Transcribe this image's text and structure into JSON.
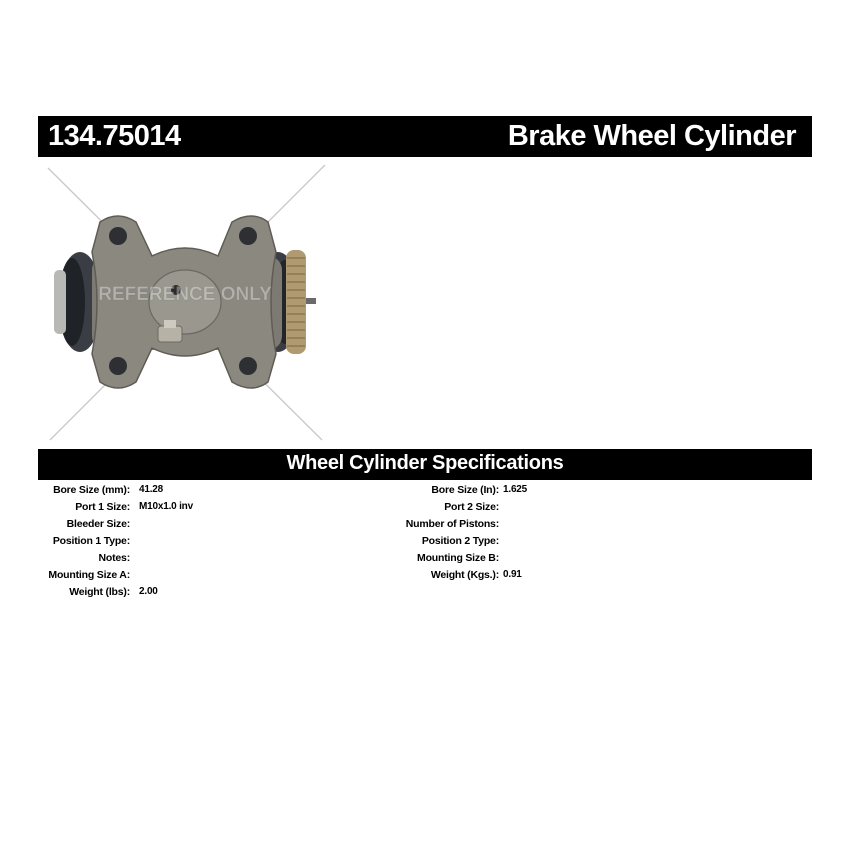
{
  "header": {
    "part_number": "134.75014",
    "part_name": "Brake Wheel Cylinder"
  },
  "image": {
    "description_icon": "wheel-cylinder-icon",
    "watermark": "REFERENCE ONLY"
  },
  "specs": {
    "title": "Wheel Cylinder Specifications",
    "left": [
      {
        "label": "Bore Size (mm):",
        "value": "41.28"
      },
      {
        "label": "Port 1 Size:",
        "value": "M10x1.0 inv"
      },
      {
        "label": "Bleeder Size:",
        "value": ""
      },
      {
        "label": "Position 1 Type:",
        "value": ""
      },
      {
        "label": "Notes:",
        "value": ""
      },
      {
        "label": "Mounting Size A:",
        "value": ""
      },
      {
        "label": "Weight (lbs):",
        "value": "2.00"
      }
    ],
    "right": [
      {
        "label": "Bore Size (In):",
        "value": "1.625"
      },
      {
        "label": "Port 2 Size:",
        "value": ""
      },
      {
        "label": "Number of Pistons:",
        "value": ""
      },
      {
        "label": "Position 2 Type:",
        "value": ""
      },
      {
        "label": "Mounting Size B:",
        "value": ""
      },
      {
        "label": "Weight (Kgs.):",
        "value": "0.91"
      }
    ]
  }
}
